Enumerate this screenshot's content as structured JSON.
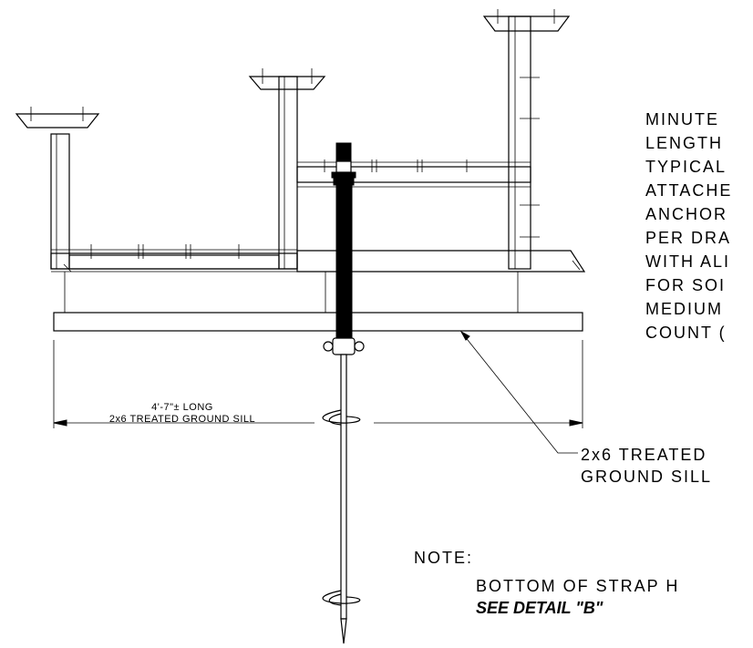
{
  "side_note": {
    "lines": [
      "MINUTE",
      "LENGTH",
      "TYPICAL",
      "ATTACHE",
      "ANCHOR",
      "PER DRA",
      "WITH ALI",
      "FOR SOI",
      "MEDIUM",
      "COUNT ("
    ]
  },
  "sill_dimension": {
    "line1": "4'-7\"± LONG",
    "line2": "2x6 TREATED GROUND SILL"
  },
  "sill_callout": {
    "line1": "2x6 TREATED",
    "line2": "GROUND SILL"
  },
  "bottom_note": {
    "heading": "NOTE:",
    "text": "BOTTOM OF STRAP H",
    "reference": "SEE DETAIL \"B\""
  }
}
